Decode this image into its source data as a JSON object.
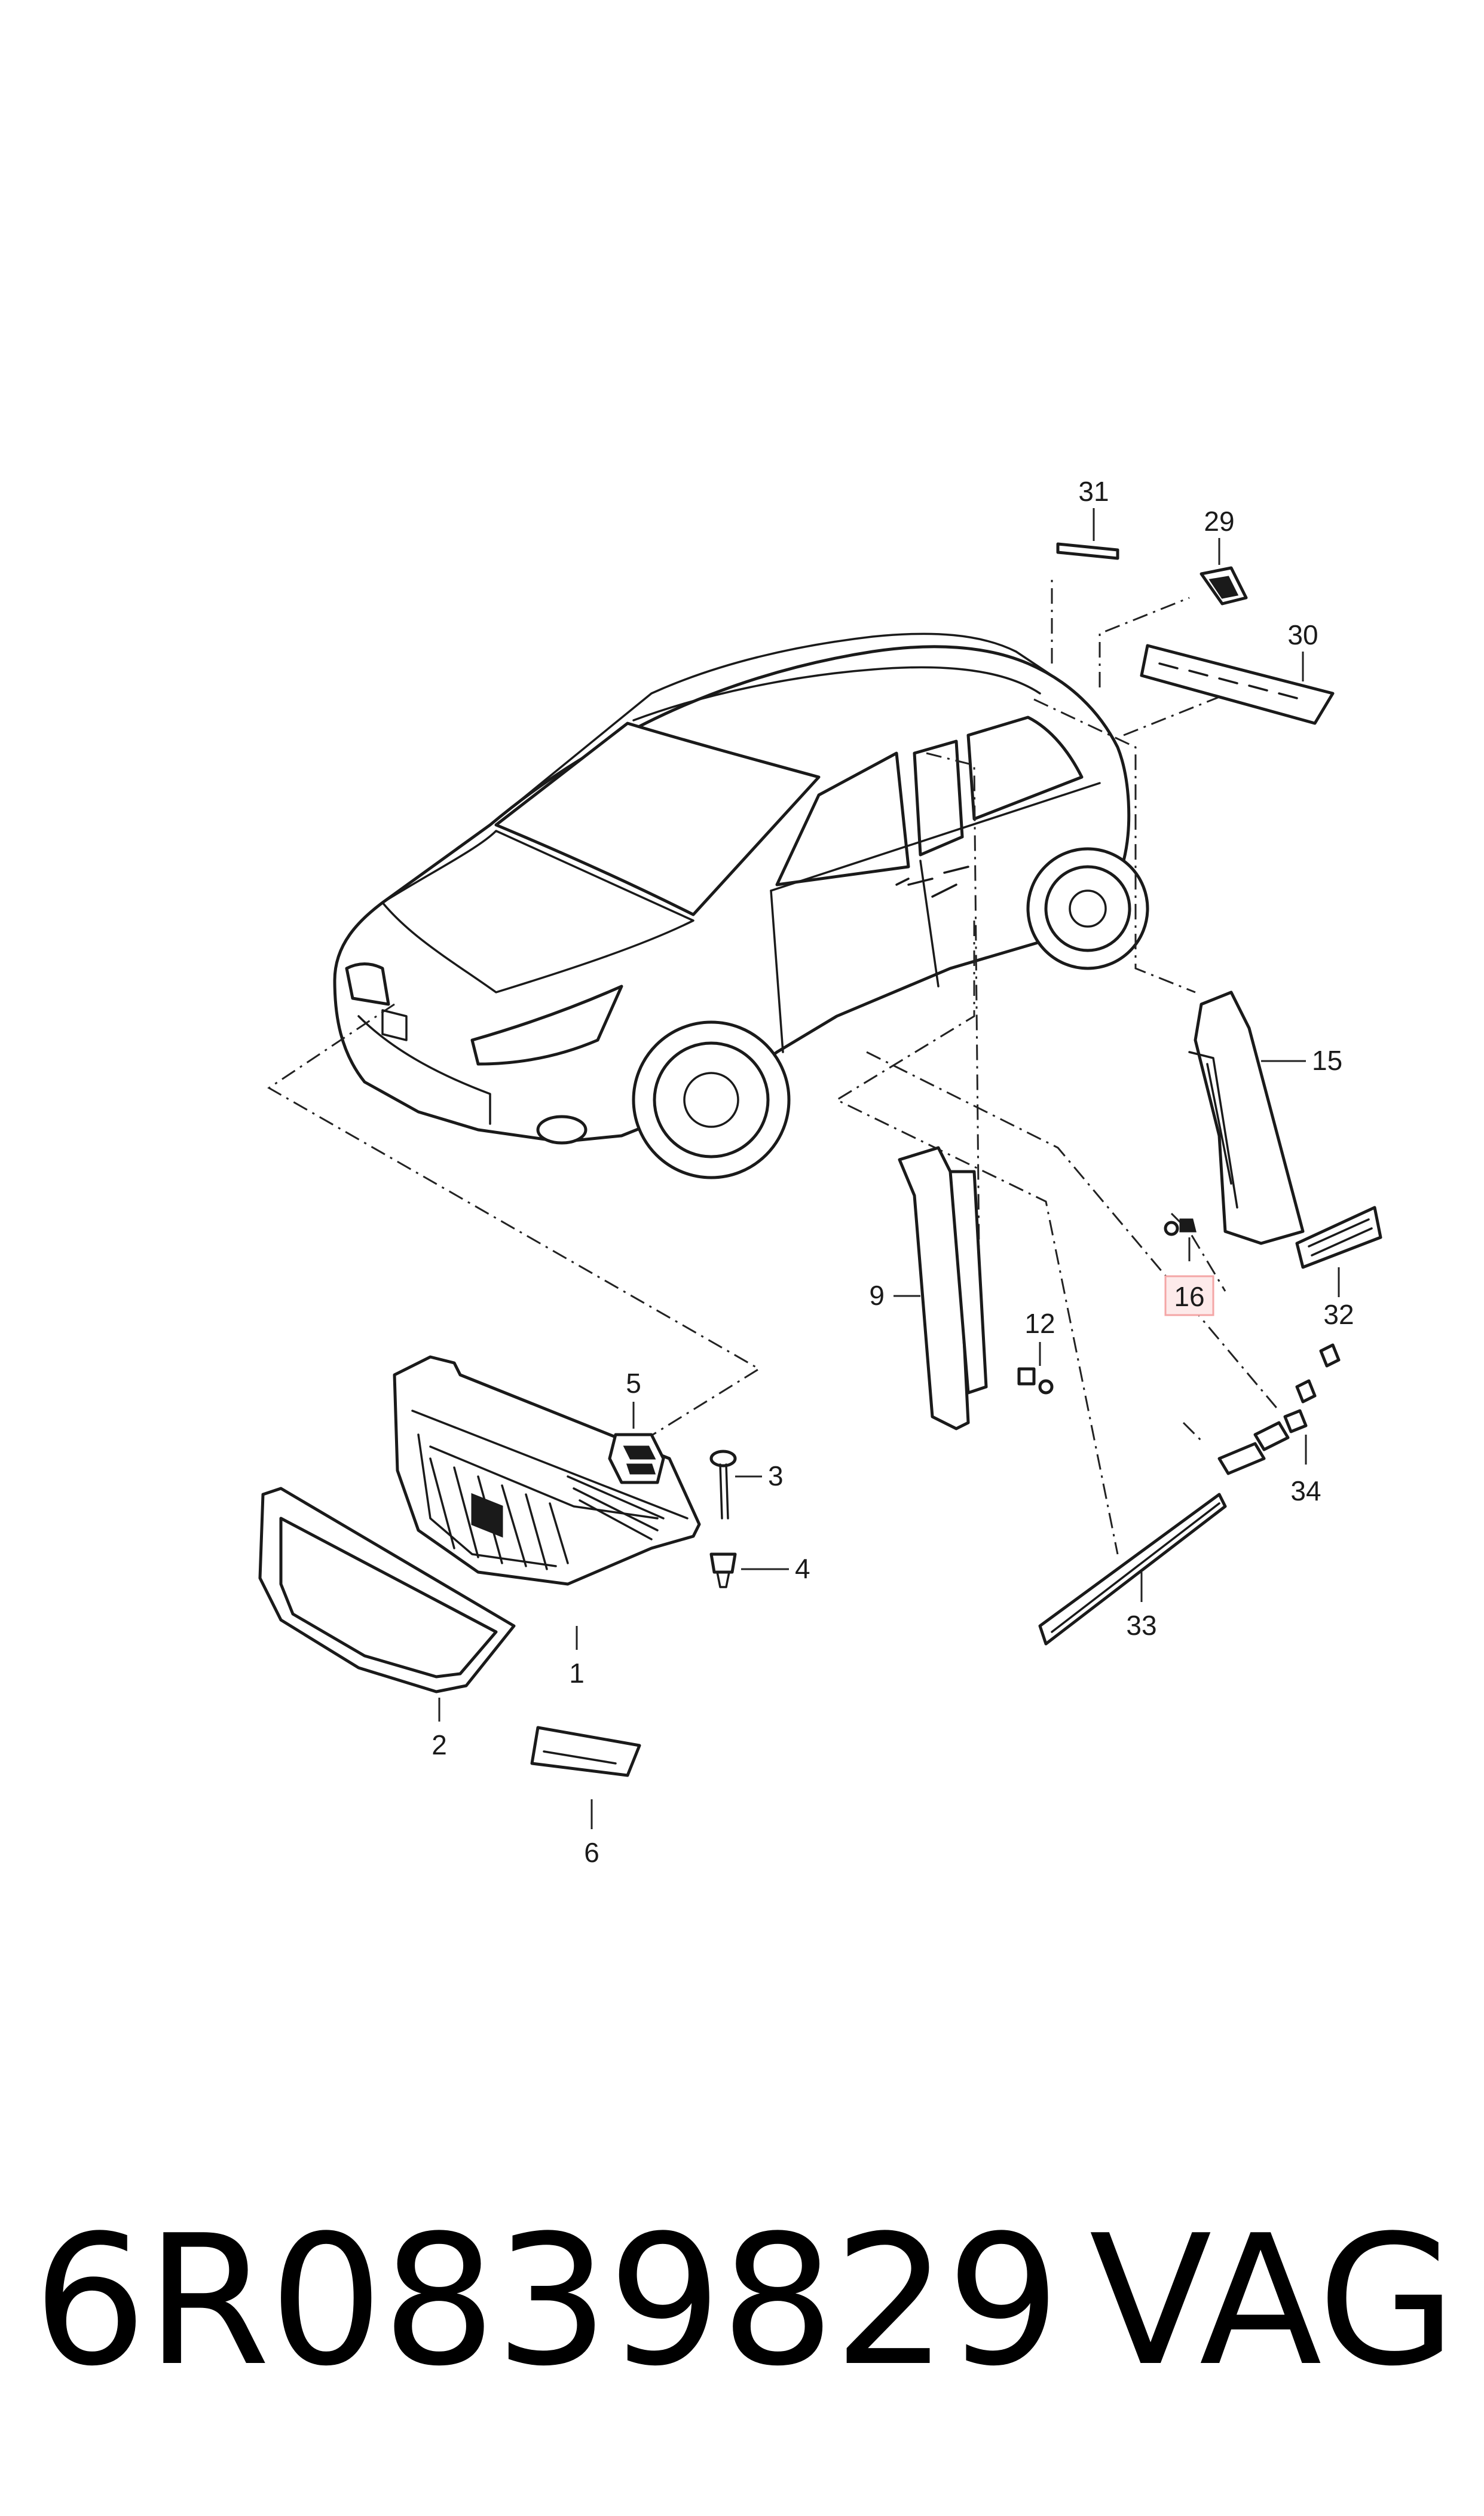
{
  "callouts": {
    "c1": "1",
    "c2": "2",
    "c3": "3",
    "c4": "4",
    "c5": "5",
    "c6": "6",
    "c9": "9",
    "c12": "12",
    "c15": "15",
    "c16": "16",
    "c29": "29",
    "c30": "30",
    "c31": "31",
    "c32": "32",
    "c33": "33",
    "c34": "34"
  },
  "highlight": {
    "color": "#f4a6a6",
    "fill": "#fdeaea"
  },
  "footer": {
    "part_number": "6R0839829",
    "manufacturer": "VAG"
  }
}
